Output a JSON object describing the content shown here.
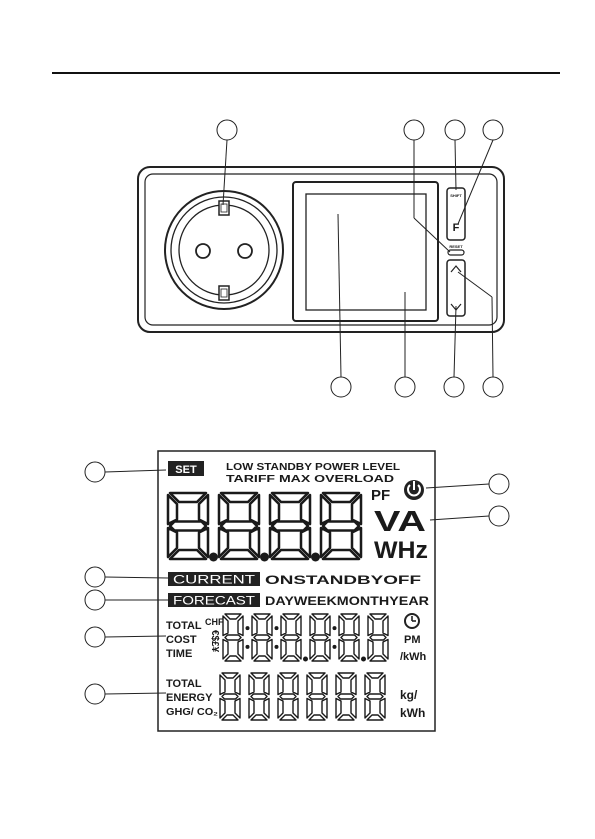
{
  "device": {
    "button_f_top": "SHIFT",
    "button_f_label": "F",
    "button_reset_label": "RESET"
  },
  "lcd": {
    "set_label": "SET",
    "line1": "LOW STANDBY POWER LEVEL",
    "line2": "TARIFF MAX OVERLOAD",
    "pf": "PF",
    "va": "VA",
    "whz": "WHz",
    "main_digits": "8.8.8.8",
    "current_label": "CURRENT",
    "current_options": "ONSTANDBYOFF",
    "forecast_label": "FORECAST",
    "forecast_options": "DAYWEEKMONTHYEAR",
    "total_cost_1": "TOTAL",
    "total_cost_2": "COST",
    "total_cost_3": "TIME",
    "currencies": "CHF",
    "currency_symbols": "€$£¥",
    "cost_digits": "8:8:8.8:8.8",
    "pm": "PM",
    "per_kwh": "/kWh",
    "total_energy_1": "TOTAL",
    "total_energy_2": "ENERGY",
    "total_energy_3": "GHG/ CO₂",
    "energy_digits": "888888",
    "kg_per": "kg/",
    "kwh": "kWh"
  },
  "icons": [
    "power-icon",
    "clock-icon",
    "socket-icon",
    "up-arrow-icon",
    "down-arrow-icon"
  ]
}
